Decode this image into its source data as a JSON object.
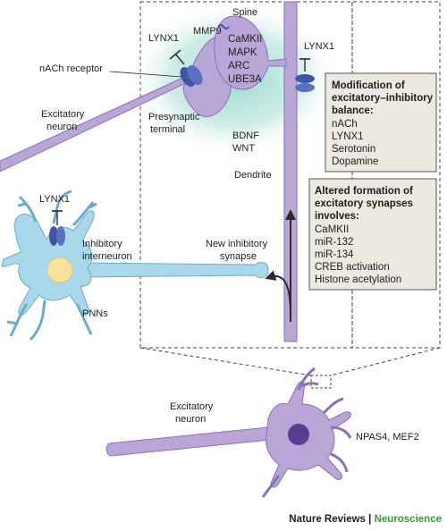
{
  "labels": {
    "spine": "Spine",
    "mmp9": "MMP9",
    "lynx1_pre": "LYNX1",
    "lynx1_den": "LYNX1",
    "lynx1_inh": "LYNX1",
    "nach_receptor": "nACh receptor",
    "excitatory_neuron_top": [
      "Excitatory",
      "neuron"
    ],
    "presynaptic_terminal": [
      "Presynaptic",
      "terminal"
    ],
    "growth_factors": [
      "BDNF",
      "WNT"
    ],
    "dendrite": "Dendrite",
    "new_inhibitory_synapse": [
      "New inhibitory",
      "synapse"
    ],
    "inhibitory_interneuron": [
      "Inhibitory",
      "interneuron"
    ],
    "pnns": "PNNs",
    "excitatory_neuron_bottom": [
      "Excitatory",
      "neuron"
    ],
    "transcription_factors": "NPAS4, MEF2"
  },
  "spine_molecules": [
    "CaMKII",
    "MAPK",
    "ARC",
    "UBE3A"
  ],
  "box_ei_balance": {
    "heading": [
      "Modification of",
      "excitatory–inhibitory",
      "balance:"
    ],
    "items": [
      "nACh",
      "LYNX1",
      "Serotonin",
      "Dopamine"
    ]
  },
  "box_excitatory_synapses": {
    "heading": [
      "Altered formation of",
      "excitatory synapses",
      "involves:"
    ],
    "items": [
      "CaMKII",
      "miR-132",
      "miR-134",
      "CREB activation",
      "Histone acetylation"
    ]
  },
  "footer": {
    "journal": "Nature Reviews",
    "separator": " | ",
    "section": "Neuroscience"
  },
  "colors": {
    "neuron_purple": "#b9a6d6",
    "neuron_outline": "#8a6fb8",
    "nucleus_purple": "#5a3d8f",
    "interneuron_blue": "#a9d8ea",
    "interneuron_outline": "#6aaccc",
    "nucleus_yellow": "#f6e3a0",
    "receptor_blue": "#3f56a6",
    "glow_teal": "#8fd5c9",
    "box_fill": "#ece9e0",
    "section_green": "#3a9a3a"
  }
}
